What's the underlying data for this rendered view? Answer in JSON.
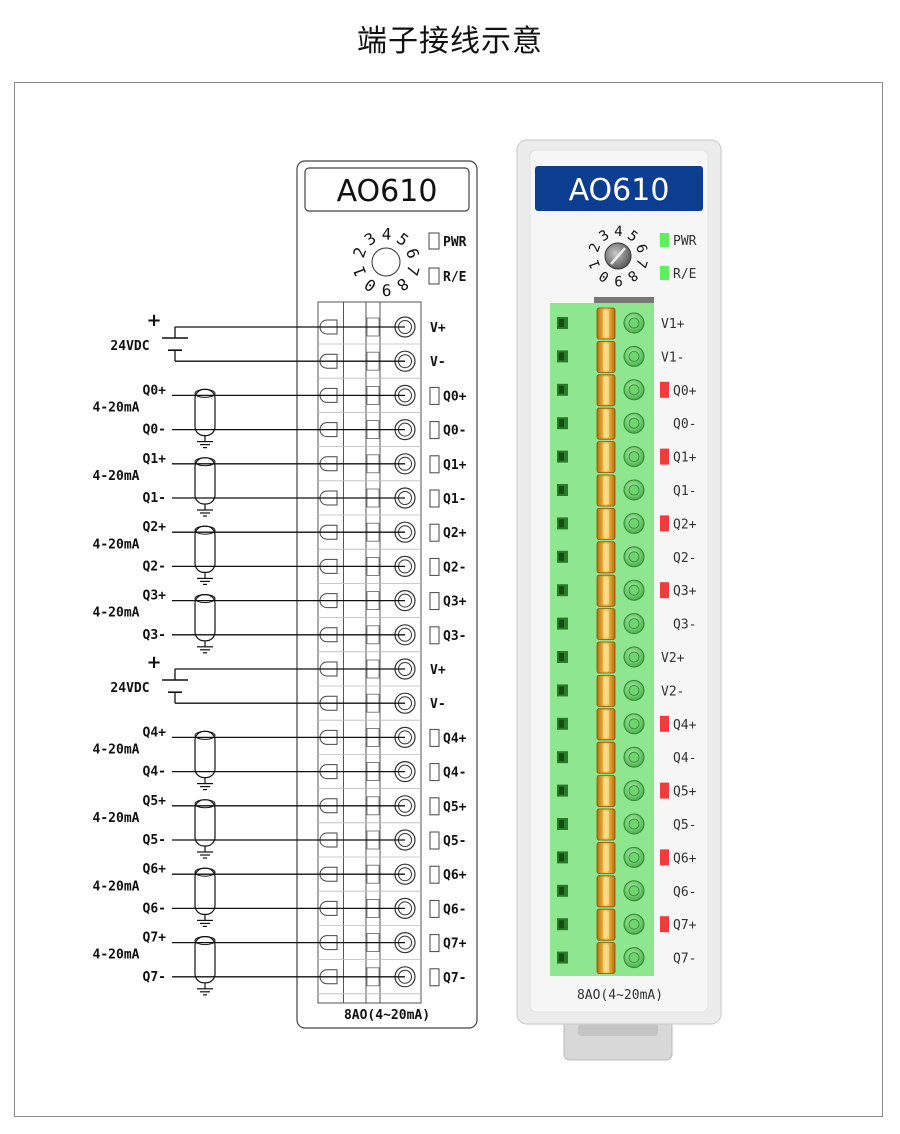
{
  "title": "端子接线示意",
  "colors": {
    "accent_blue": "#0b3d91",
    "terminal_green": "#8ee68e",
    "led_green": "#5cf05c",
    "led_red": "#f23c3c",
    "brass": "#e8a020"
  },
  "schematic": {
    "model": "AO610",
    "indicators": [
      "PWR",
      "R/E"
    ],
    "dial_digits": [
      "2",
      "3",
      "4",
      "5",
      "6",
      "7",
      "8",
      "9",
      "0",
      "1"
    ],
    "footer": "8AO(4~20mA)",
    "terminal_labels": [
      "V+",
      "V-",
      "Q0+",
      "Q0-",
      "Q1+",
      "Q1-",
      "Q2+",
      "Q2-",
      "Q3+",
      "Q3-",
      "V+",
      "V-",
      "Q4+",
      "Q4-",
      "Q5+",
      "Q5-",
      "Q6+",
      "Q6-",
      "Q7+",
      "Q7-"
    ],
    "power_label": "24VDC",
    "plus_sign": "+",
    "current_label": "4-20mA",
    "channels": [
      {
        "plus": "Q0+",
        "minus": "Q0-"
      },
      {
        "plus": "Q1+",
        "minus": "Q1-"
      },
      {
        "plus": "Q2+",
        "minus": "Q2-"
      },
      {
        "plus": "Q3+",
        "minus": "Q3-"
      },
      {
        "plus": "Q4+",
        "minus": "Q4-"
      },
      {
        "plus": "Q5+",
        "minus": "Q5-"
      },
      {
        "plus": "Q6+",
        "minus": "Q6-"
      },
      {
        "plus": "Q7+",
        "minus": "Q7-"
      }
    ]
  },
  "device": {
    "model": "AO610",
    "indicators": [
      "PWR",
      "R/E"
    ],
    "dial_digits": [
      "2",
      "3",
      "4",
      "5",
      "6",
      "7",
      "8",
      "9",
      "0",
      "1"
    ],
    "footer": "8AO(4~20mA)",
    "terminal_labels": [
      "V1+",
      "V1-",
      "Q0+",
      "Q0-",
      "Q1+",
      "Q1-",
      "Q2+",
      "Q2-",
      "Q3+",
      "Q3-",
      "V2+",
      "V2-",
      "Q4+",
      "Q4-",
      "Q5+",
      "Q5-",
      "Q6+",
      "Q6-",
      "Q7+",
      "Q7-"
    ]
  }
}
